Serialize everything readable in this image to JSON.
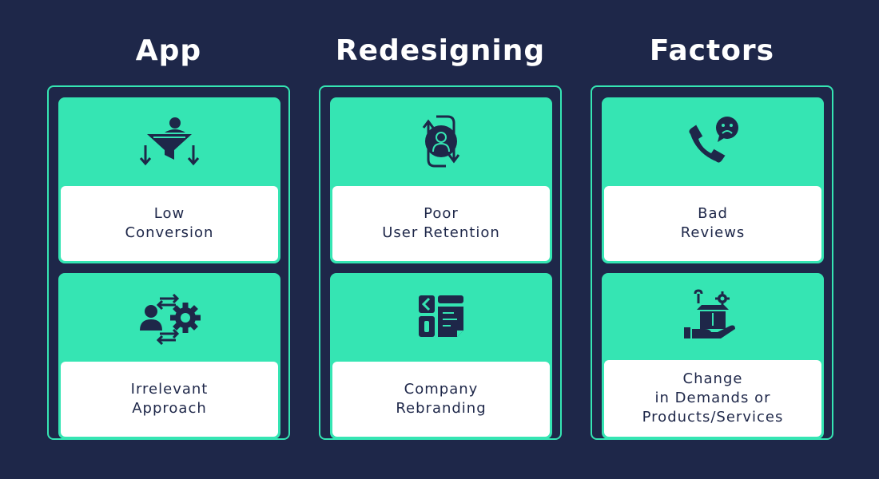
{
  "headings": [
    "App",
    "Redesigning",
    "Factors"
  ],
  "cards": {
    "low_conversion": {
      "lines": [
        "Low",
        "Conversion"
      ],
      "icon": "funnel-conversion-icon"
    },
    "irrelevant_approach": {
      "lines": [
        "Irrelevant",
        "Approach"
      ],
      "icon": "user-gear-exchange-icon"
    },
    "poor_user_retention": {
      "lines": [
        "Poor",
        "User Retention"
      ],
      "icon": "user-retention-cycle-icon"
    },
    "company_rebranding": {
      "lines": [
        "Company",
        "Rebranding"
      ],
      "icon": "brand-blocks-icon"
    },
    "bad_reviews": {
      "lines": [
        "Bad",
        "Reviews"
      ],
      "icon": "phone-sad-chat-icon"
    },
    "change_in_demands": {
      "lines": [
        "Change",
        "in Demands or",
        "Products/Services"
      ],
      "icon": "hand-product-box-icon"
    }
  },
  "colors": {
    "background": "#1e2749",
    "accent": "#35e5b3",
    "card_label_bg": "#ffffff",
    "text_dark": "#1e2749"
  }
}
